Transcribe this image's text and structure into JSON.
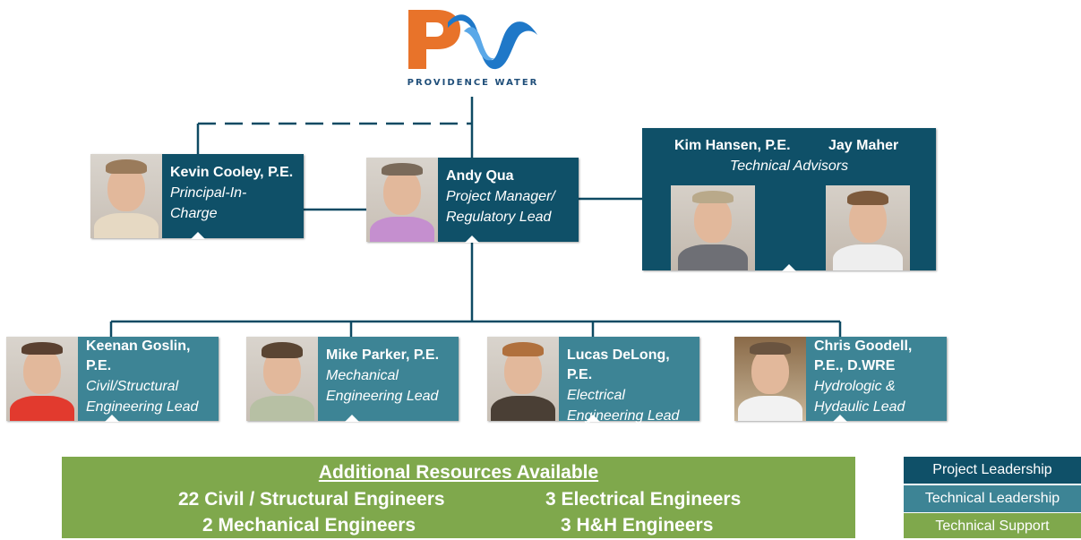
{
  "logo": {
    "text": "PROVIDENCE WATER",
    "icon": "pw-wave-logo"
  },
  "leadership": {
    "kevin": {
      "name": "Kevin Cooley, P.E.",
      "role_line1": "Principal-In-",
      "role_line2": "Charge"
    },
    "andy": {
      "name": "Andy Qua",
      "role_line1": "Project Manager/",
      "role_line2": "Regulatory Lead"
    }
  },
  "advisors": {
    "name1": "Kim Hansen, P.E.",
    "name2": "Jay Maher",
    "title": "Technical Advisors"
  },
  "technical": {
    "keenan": {
      "name_line1": "Keenan Goslin,",
      "name_line2": "P.E.",
      "role_line1": "Civil/Structural",
      "role_line2": "Engineering Lead"
    },
    "mike": {
      "name": "Mike Parker, P.E.",
      "role_line1": "Mechanical",
      "role_line2": "Engineering Lead"
    },
    "lucas": {
      "name": "Lucas DeLong, P.E.",
      "role_line1": "Electrical",
      "role_line2": "Engineering Lead"
    },
    "chris": {
      "name_line1": "Chris Goodell,",
      "name_line2": "P.E., D.WRE",
      "role_line1": "Hydrologic &",
      "role_line2": "Hydaulic Lead"
    }
  },
  "resources": {
    "title": "Additional Resources Available",
    "items": [
      "22 Civil / Structural Engineers",
      "3 Electrical Engineers",
      "2 Mechanical Engineers",
      "3 H&H Engineers"
    ]
  },
  "legend": {
    "items": [
      {
        "label": "Project Leadership",
        "color": "#0f5068"
      },
      {
        "label": "Technical Leadership",
        "color": "#3d8495"
      },
      {
        "label": "Technical Support",
        "color": "#7fa84c"
      }
    ]
  },
  "colors": {
    "project_leadership": "#0f5068",
    "technical_leadership": "#3d8495",
    "technical_support": "#7fa84c",
    "logo_orange": "#e8732a",
    "logo_blue": "#1f78c8"
  }
}
